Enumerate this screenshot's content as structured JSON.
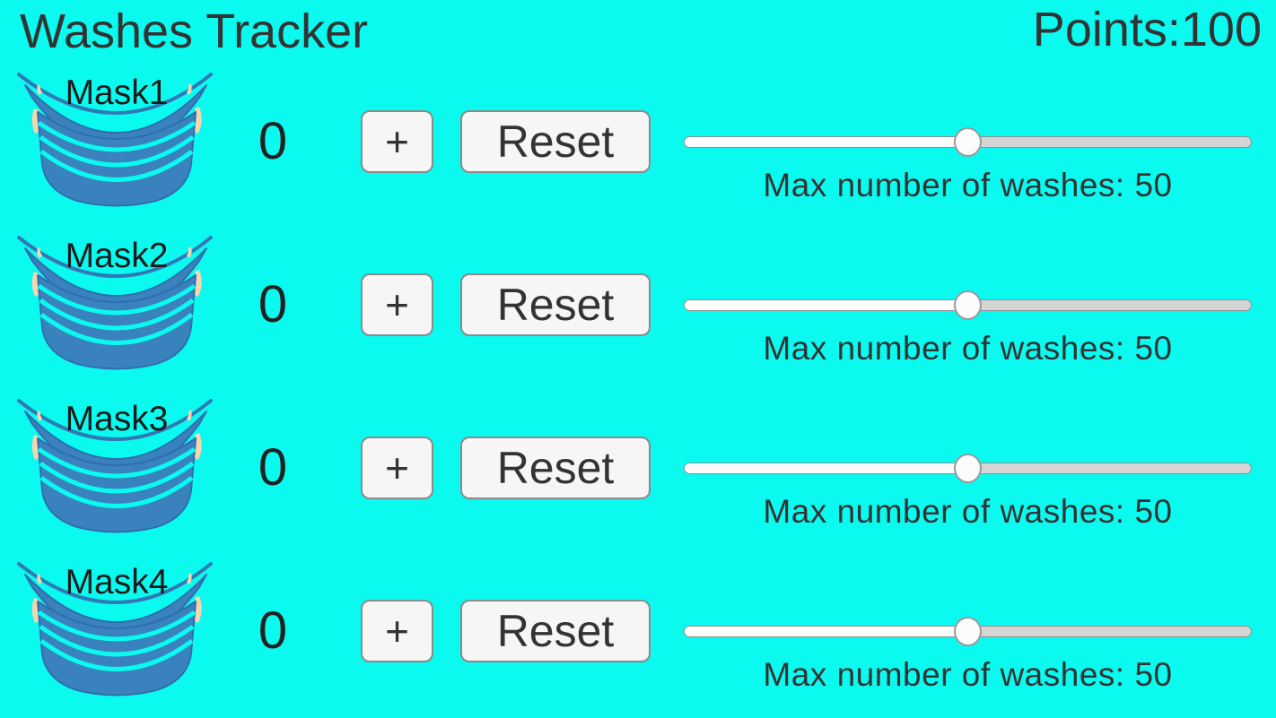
{
  "header": {
    "title": "Washes Tracker",
    "points_label": "Points:",
    "points_value": "100"
  },
  "colors": {
    "background": "#0afaf0",
    "mask_blue": "#3a82bd",
    "mask_outline": "#2e6fad",
    "ear_peach": "#f7d5ae",
    "text_dark": "#333333",
    "button_bg": "#f6f6f6",
    "button_border": "#8b8b8b",
    "slider_track_right": "#d5d5d5",
    "slider_track_left": "#fbfbfb"
  },
  "rows": [
    {
      "mask_label": "Mask1",
      "count": "0",
      "increment_label": "+",
      "reset_label": "Reset",
      "slider": {
        "percent": 50,
        "label": "Max number of washes: 50"
      }
    },
    {
      "mask_label": "Mask2",
      "count": "0",
      "increment_label": "+",
      "reset_label": "Reset",
      "slider": {
        "percent": 50,
        "label": "Max number of washes: 50"
      }
    },
    {
      "mask_label": "Mask3",
      "count": "0",
      "increment_label": "+",
      "reset_label": "Reset",
      "slider": {
        "percent": 50,
        "label": "Max number of washes: 50"
      }
    },
    {
      "mask_label": "Mask4",
      "count": "0",
      "increment_label": "+",
      "reset_label": "Reset",
      "slider": {
        "percent": 50,
        "label": "Max number of washes: 50"
      }
    }
  ]
}
